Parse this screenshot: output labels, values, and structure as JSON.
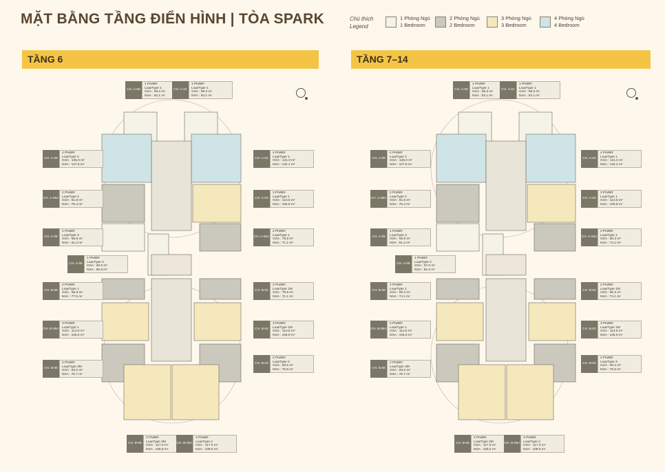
{
  "title": "MẶT BẰNG TẦNG ĐIỂN HÌNH | TÒA SPARK",
  "legend": {
    "label_vi": "Chú thích",
    "label_en": "Legend",
    "items": [
      {
        "vi": "1 Phòng Ngủ",
        "en": "1 Bedroom",
        "color": "#f5f2e8"
      },
      {
        "vi": "2 Phòng Ngủ",
        "en": "2 Bedroom",
        "color": "#cbc8bd"
      },
      {
        "vi": "3 Phòng Ngủ",
        "en": "3 Bedroom",
        "color": "#f5e8bd"
      },
      {
        "vi": "4 Phòng Ngủ",
        "en": "4 Bedroom",
        "color": "#cfe4e6"
      }
    ]
  },
  "floors": [
    {
      "label": "TẦNG 6",
      "units": [
        {
          "code": "CH. A-06",
          "bedrooms": "1 PN/BR",
          "type": "Loại/Type 1",
          "gsa": "GSA : 58.3 m²",
          "nsa": "NSA : 53.1 m²"
        },
        {
          "code": "CH. A-01",
          "bedrooms": "1 PN/BR",
          "type": "Loại/Type 1",
          "gsa": "GSA : 58.3 m²",
          "nsa": "NSA : 53.1 m²"
        },
        {
          "code": "CH. A-08",
          "bedrooms": "4 PN/BR",
          "type": "Loại/Type 2",
          "gsa": "GSA : 136.0 m²",
          "nsa": "NSA : 127.8 m²"
        },
        {
          "code": "CH. A-02",
          "bedrooms": "4 PN/BR",
          "type": "Loại/Type 1",
          "gsa": "GSA : 141.0 m²",
          "nsa": "NSA : 132.1 m²"
        },
        {
          "code": "CH. A-08A",
          "bedrooms": "2 PN/BR",
          "type": "Loại/Type 2",
          "gsa": "GSA : 81.8 m²",
          "nsa": "NSA : 75.4 m²"
        },
        {
          "code": "CH. A-03",
          "bedrooms": "3 PN/BR",
          "type": "Loại/Type 1",
          "gsa": "GSA : 113.5 m²",
          "nsa": "NSA : 105.9 m²"
        },
        {
          "code": "CH. A-06",
          "bedrooms": "1 PN/BR",
          "type": "Loại/Type 3",
          "gsa": "GSA : 56.6 m²",
          "nsa": "NSA : 51.2 m²"
        },
        {
          "code": "CH. A-05A",
          "bedrooms": "2 PN/BR",
          "type": "Loại/Type 1",
          "gsa": "GSA : 78.8 m²",
          "nsa": "NSA : 71.1 m²"
        },
        {
          "code": "CH. A-05",
          "bedrooms": "1 PN/BR",
          "type": "Loại/Type 2",
          "gsa": "GSA : 60.6 m²",
          "nsa": "NSA : 55.9 m²"
        },
        {
          "code": "CH. B-08",
          "bedrooms": "2 PN/BR",
          "type": "Loại/Type 1",
          "gsa": "GSA : 85.9 m²",
          "nsa": "NSA : 77.5 m²"
        },
        {
          "code": "CH. B-01",
          "bedrooms": "2 PN/BR",
          "type": "Loại/Type 1M",
          "gsa": "GSA : 78.8 m²",
          "nsa": "NSA : 71.1 m²"
        },
        {
          "code": "CH. B-08A",
          "bedrooms": "3 PN/BR",
          "type": "Loại/Type 1",
          "gsa": "GSA : 113.5 m²",
          "nsa": "NSA : 105.9 m²"
        },
        {
          "code": "CH. B-02",
          "bedrooms": "3 PN/BR",
          "type": "Loại/Type 1M",
          "gsa": "GSA : 113.5 m²",
          "nsa": "NSA : 105.9 m²"
        },
        {
          "code": "CH. B-06",
          "bedrooms": "2 PN/BR",
          "type": "Loại/Type 3M",
          "gsa": "GSA : 83.0 m²",
          "nsa": "NSA : 76.7 m²"
        },
        {
          "code": "CH. B-03",
          "bedrooms": "2 PN/BR",
          "type": "Loại/Type 3",
          "gsa": "GSA : 83.5 m²",
          "nsa": "NSA : 76.9 m²"
        },
        {
          "code": "CH. B-05",
          "bedrooms": "3 PN/BR",
          "type": "Loại/Type 2M",
          "gsa": "GSA : 117.0 m²",
          "nsa": "NSA : 108.5 m²"
        },
        {
          "code": "CH. B-05A",
          "bedrooms": "3 PN/BR",
          "type": "Loại/Type 2",
          "gsa": "GSA : 117.0 m²",
          "nsa": "NSA : 108.5 m²"
        }
      ]
    },
    {
      "label": "TẦNG 7–14",
      "units": [
        {
          "code": "CH. A-09",
          "bedrooms": "1 PN/BR",
          "type": "Loại/Type 1",
          "gsa": "GSA : 58.3 m²",
          "nsa": "NSA : 53.1 m²"
        },
        {
          "code": "CH. A-01",
          "bedrooms": "1 PN/BR",
          "type": "Loại/Type 1",
          "gsa": "GSA : 58.3 m²",
          "nsa": "NSA : 53.1 m²"
        },
        {
          "code": "CH. A-08",
          "bedrooms": "4 PN/BR",
          "type": "Loại/Type 2",
          "gsa": "GSA : 136.0 m²",
          "nsa": "NSA : 127.8 m²"
        },
        {
          "code": "CH. A-02",
          "bedrooms": "4 PN/BR",
          "type": "Loại/Type 1",
          "gsa": "GSA : 141.0 m²",
          "nsa": "NSA : 132.2 m²"
        },
        {
          "code": "CH. A-08A",
          "bedrooms": "2 PN/BR",
          "type": "Loại/Type 2",
          "gsa": "GSA : 81.8 m²",
          "nsa": "NSA : 75.4 m²"
        },
        {
          "code": "CH. A-03",
          "bedrooms": "3 PN/BR",
          "type": "Loại/Type 1",
          "gsa": "GSA : 113.5 m²",
          "nsa": "NSA : 105.9 m²"
        },
        {
          "code": "CH. A-06",
          "bedrooms": "1 PN/BR",
          "type": "Loại/Type 3",
          "gsa": "GSA : 56.6 m²",
          "nsa": "NSA : 51.2 m²"
        },
        {
          "code": "CH. A-05A",
          "bedrooms": "2 PN/BR",
          "type": "Loại/Type 1",
          "gsa": "GSA : 80.3 m²",
          "nsa": "NSA : 74.1 m²"
        },
        {
          "code": "CH. A-05",
          "bedrooms": "1 PN/BR",
          "type": "Loại/Type 2",
          "gsa": "GSA : 57.0 m²",
          "nsa": "NSA : 52.4 m²"
        },
        {
          "code": "CH. B-08",
          "bedrooms": "2 PN/BR",
          "type": "Loại/Type 1",
          "gsa": "GSA : 80.3 m²",
          "nsa": "NSA : 74.1 m²"
        },
        {
          "code": "CH. B-01",
          "bedrooms": "2 PN/BR",
          "type": "Loại/Type 1M",
          "gsa": "GSA : 80.3 m²",
          "nsa": "NSA : 74.1 m²"
        },
        {
          "code": "CH. B-08A",
          "bedrooms": "3 PN/BR",
          "type": "Loại/Type 1",
          "gsa": "GSA : 113.5 m²",
          "nsa": "NSA : 105.9 m²"
        },
        {
          "code": "CH. B-02",
          "bedrooms": "3 PN/BR",
          "type": "Loại/Type 1M",
          "gsa": "GSA : 113.5 m²",
          "nsa": "NSA : 105.9 m²"
        },
        {
          "code": "CH. B-06",
          "bedrooms": "2 PN/BR",
          "type": "Loại/Type 3M",
          "gsa": "GSA : 83.0 m²",
          "nsa": "NSA : 76.7 m²"
        },
        {
          "code": "CH. B-03",
          "bedrooms": "2 PN/BR",
          "type": "Loại/Type 3",
          "gsa": "GSA : 83.4 m²",
          "nsa": "NSA : 76.8 m²"
        },
        {
          "code": "CH. B-05",
          "bedrooms": "3 PN/BR",
          "type": "Loại/Type 2M",
          "gsa": "GSA : 117.0 m²",
          "nsa": "NSA : 108.5 m²"
        },
        {
          "code": "CH. B-05A",
          "bedrooms": "3 PN/BR",
          "type": "Loại/Type 2",
          "gsa": "GSA : 117.0 m²",
          "nsa": "NSA : 108.5 m²"
        }
      ]
    }
  ]
}
